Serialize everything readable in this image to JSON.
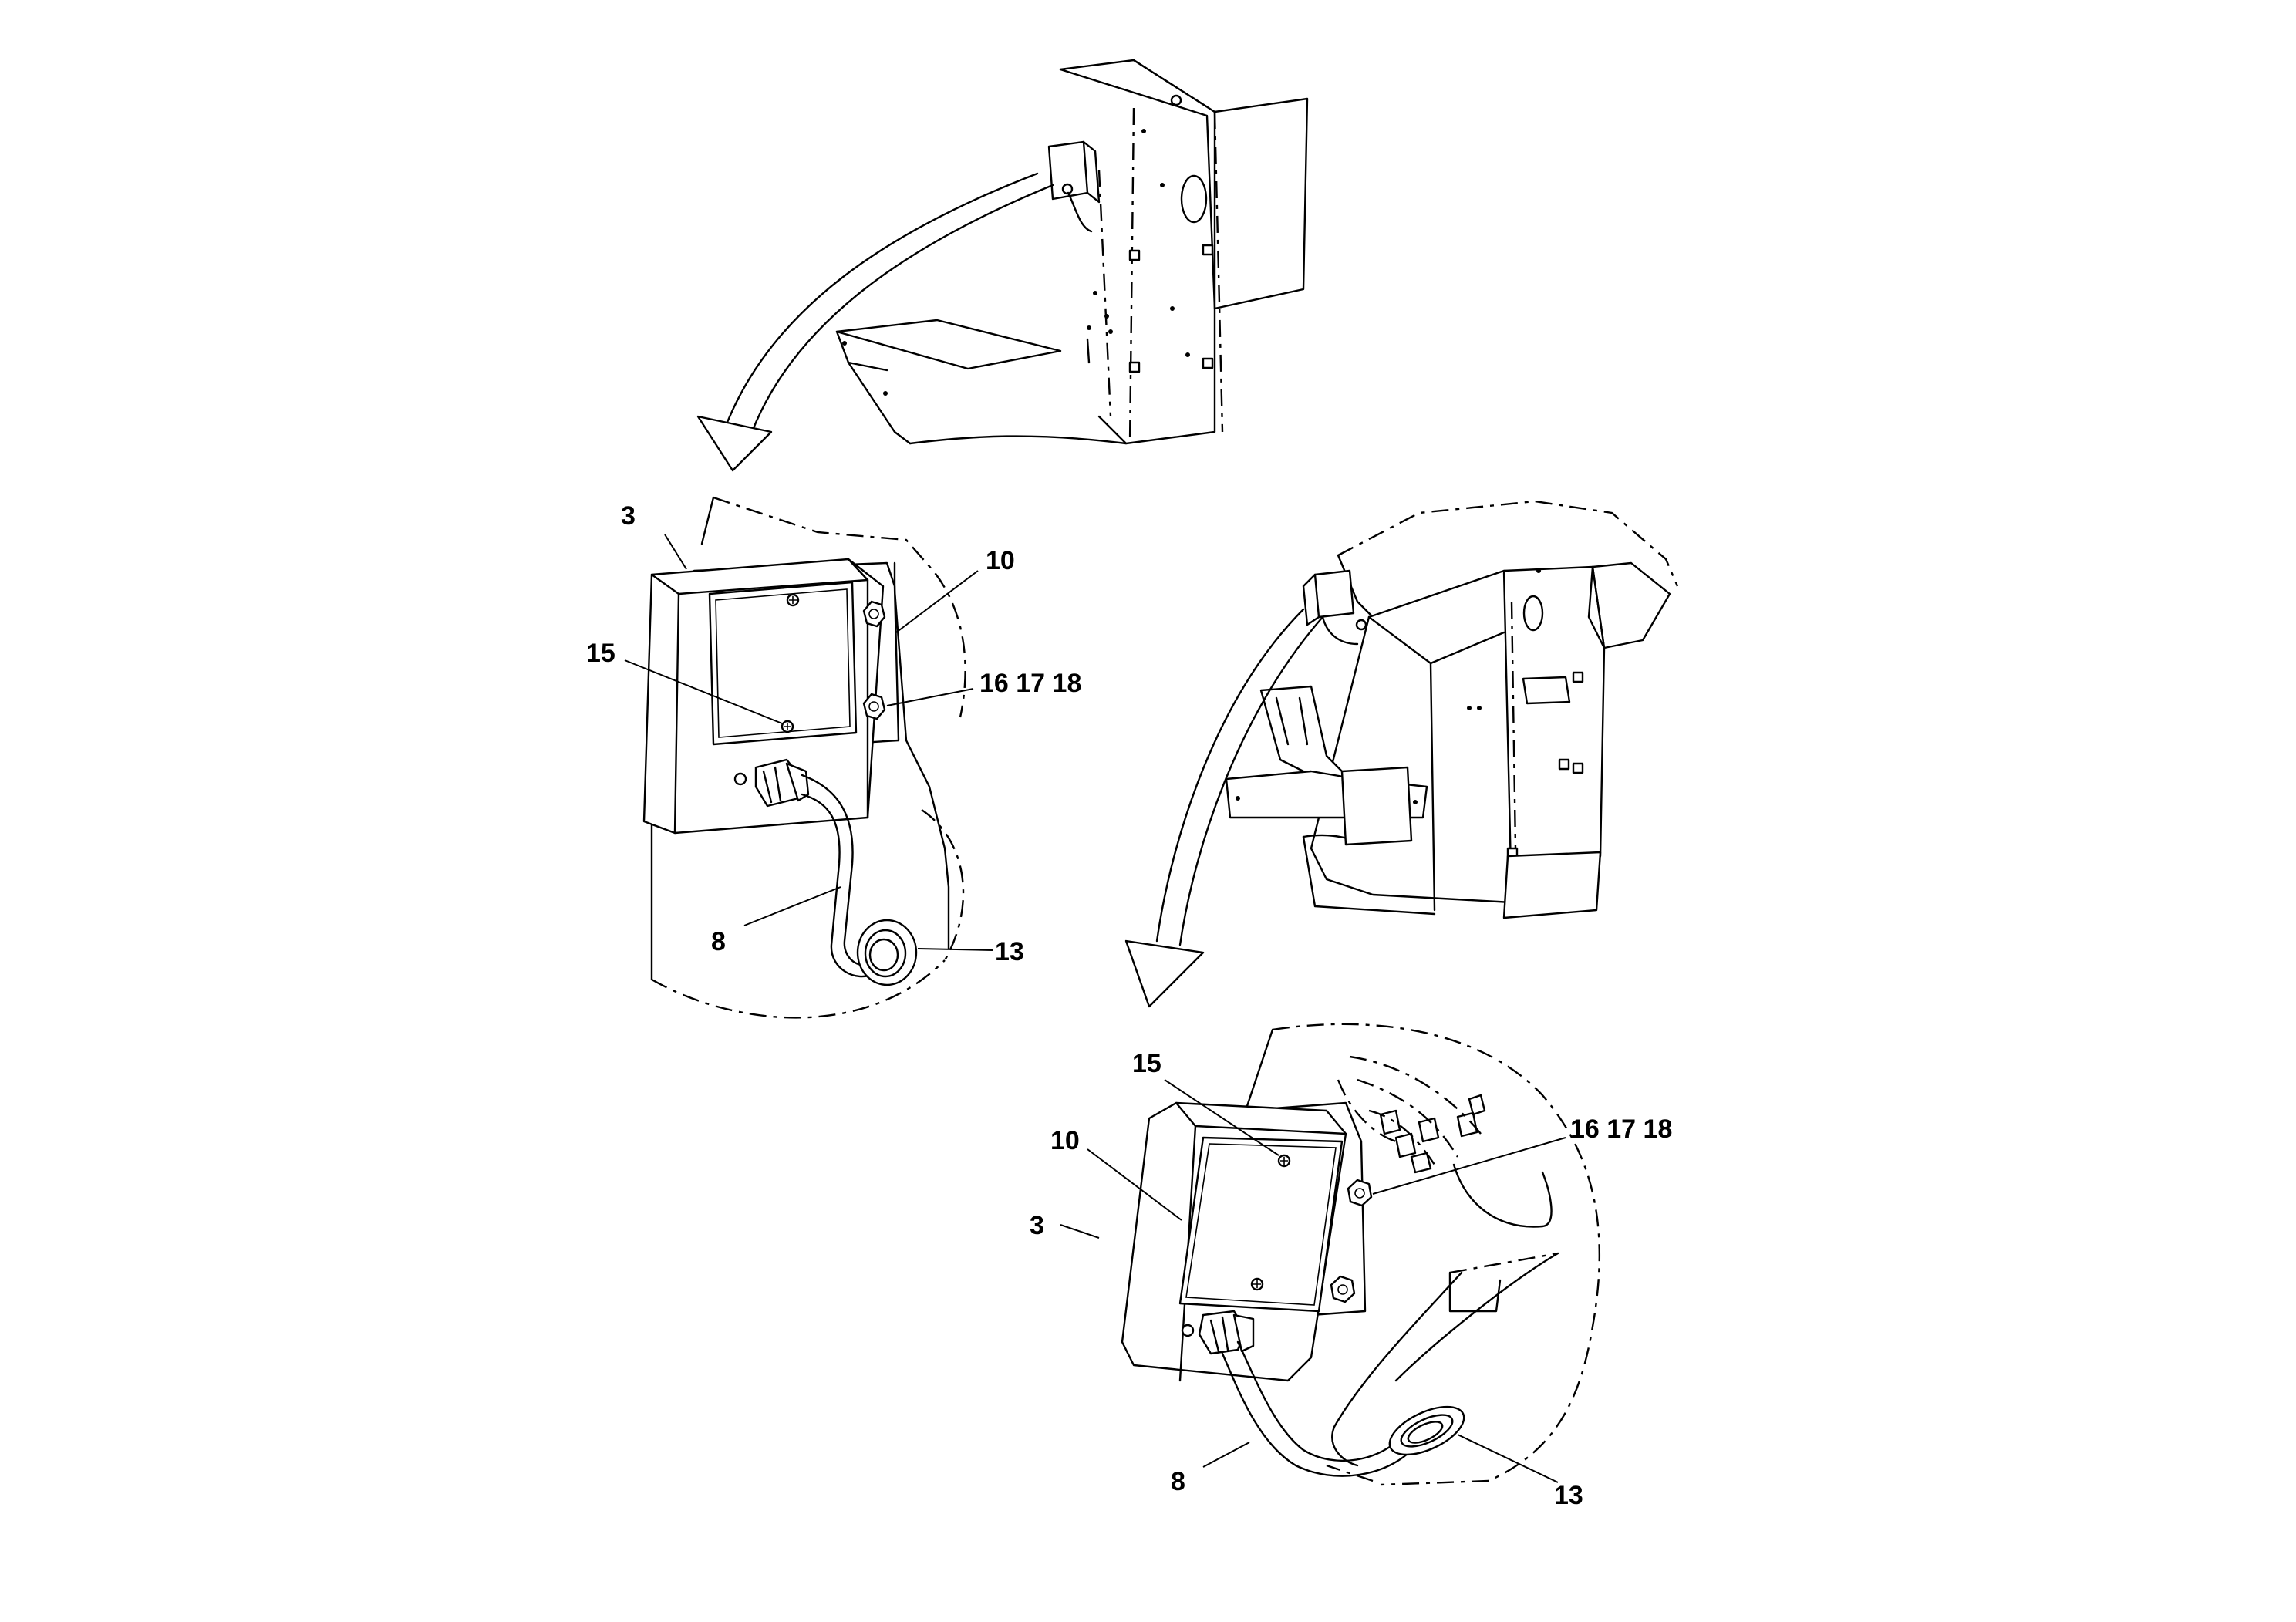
{
  "figure": {
    "views": [
      {
        "id": "top-overview",
        "callouts": []
      },
      {
        "id": "detail-left",
        "callouts": [
          "3",
          "10",
          "15",
          "16 17 18",
          "8",
          "13"
        ]
      },
      {
        "id": "right-overview",
        "callouts": []
      },
      {
        "id": "detail-bottom-right",
        "callouts": [
          "15",
          "10",
          "3",
          "16 17 18",
          "8",
          "13"
        ]
      }
    ],
    "detail_left": {
      "c3": "3",
      "c10": "10",
      "c15": "15",
      "c161718": "16 17 18",
      "c8": "8",
      "c13": "13"
    },
    "detail_right": {
      "c15": "15",
      "c10": "10",
      "c3": "3",
      "c161718": "16 17 18",
      "c8": "8",
      "c13": "13"
    }
  }
}
